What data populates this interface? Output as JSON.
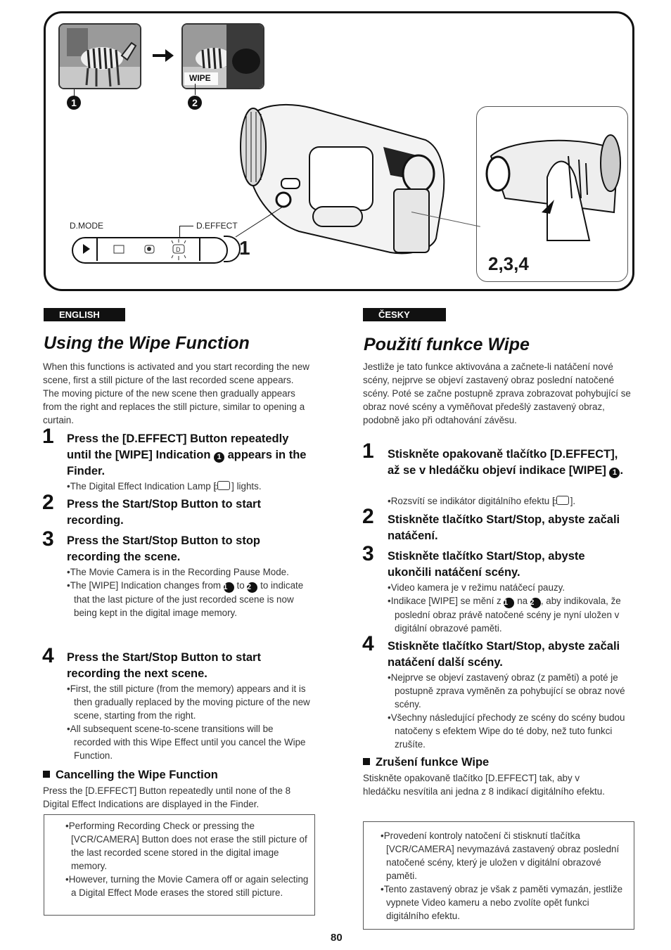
{
  "figure": {
    "wipe_label": "WIPE",
    "marker1": "1",
    "marker2": "2",
    "dmode_label": "D.MODE",
    "deffect_label": "D.EFFECT",
    "step_label": "1",
    "steps_label": "2,3,4"
  },
  "english": {
    "lang_tag": "ENGLISH",
    "title": "Using the Wipe Function",
    "intro": "When this functions is activated and you start recording the new scene, first a still picture of the last recorded scene appears. The moving picture of the new scene then gradually appears from the right and replaces the still picture, similar to opening a curtain.",
    "step1_num": "1",
    "step1_a": "Press the [D.EFFECT] Button repeatedly until the [WIPE] Indication",
    "step1_b": "appears in the Finder.",
    "step1_bullet_a": "The Digital Effect Indication Lamp [",
    "step1_bullet_b": "] lights.",
    "step2_num": "2",
    "step2": "Press the Start/Stop Button to start recording.",
    "step3_num": "3",
    "step3": "Press the Start/Stop Button to stop recording the scene.",
    "step3_bullet1": "The Movie Camera is in the Recording Pause Mode.",
    "step3_bullet2_a": "The [WIPE] Indication changes from",
    "step3_bullet2_b": "to",
    "step3_bullet2_c": "to indicate that the last picture of the just recorded scene is now being kept in the digital image memory.",
    "step4_num": "4",
    "step4": "Press the Start/Stop Button to start recording the next scene.",
    "step4_bullet1": "First, the still picture (from the memory) appears and it is then gradually replaced by the moving picture of the new scene, starting from the right.",
    "step4_bullet2": "All subsequent scene-to-scene transitions will be recorded with this Wipe Effect until you cancel the Wipe Function.",
    "cancel_title": "Cancelling the Wipe Function",
    "cancel_text": "Press the [D.EFFECT] Button repeatedly until none of the 8 Digital Effect Indications are displayed in the Finder.",
    "note1": "Performing Recording Check or pressing the [VCR/CAMERA] Button does not erase the still picture of the last recorded scene stored in the digital image memory.",
    "note2": "However, turning the Movie Camera off or again selecting a Digital Effect Mode erases the stored still picture."
  },
  "czech": {
    "lang_tag": "ČESKY",
    "title": "Použití funkce Wipe",
    "intro": "Jestliže je tato funkce aktivována a začnete-li natáčení nové scény, nejprve se objeví zastavený obraz poslední natočené scény. Poté se začne postupně zprava zobrazovat pohybující se obraz nové scény a vyměňovat předešlý zastavený obraz, podobně jako při odtahování závěsu.",
    "step1_num": "1",
    "step1_a": "Stiskněte opakovaně tlačítko [D.EFFECT], až se v hledáčku objeví indikace [WIPE]",
    "step1_bullet_a": "Rozsvítí se indikátor digitálního efektu [",
    "step1_bullet_b": "].",
    "step2_num": "2",
    "step2": "Stiskněte tlačítko Start/Stop, abyste začali natáčení.",
    "step3_num": "3",
    "step3": "Stiskněte tlačítko Start/Stop, abyste ukončili natáčení scény.",
    "step3_bullet1": "Video kamera je v režimu natáčecí pauzy.",
    "step3_bullet2_a": "Indikace [WIPE] se mění z",
    "step3_bullet2_b": "na",
    "step3_bullet2_c": ", aby indikovala, že poslední obraz právě natočené scény je nyní uložen v digitální obrazové paměti.",
    "step4_num": "4",
    "step4": "Stiskněte tlačítko Start/Stop, abyste začali natáčení další scény.",
    "step4_bullet1": "Nejprve se objeví zastavený obraz (z paměti) a poté je postupně zprava vyměněn za pohybující se obraz nové scény.",
    "step4_bullet2": "Všechny následující přechody ze scény do scény budou natočeny s efektem Wipe do té doby, než tuto funkci zrušíte.",
    "cancel_title": "Zrušení funkce Wipe",
    "cancel_text": "Stiskněte opakovaně tlačítko [D.EFFECT] tak, aby v hledáčku nesvítila ani jedna z 8 indikací digitálního efektu.",
    "note1": "Provedení kontroly natočení či stisknutí tlačítka [VCR/CAMERA] nevymazává zastavený obraz poslední natočené scény, který je uložen v digitální obrazové paměti.",
    "note2": "Tento zastavený obraz je však z paměti vymazán, jestliže vypnete Video kameru a nebo zvolíte opět funkci digitálního efektu."
  },
  "page_number": "80"
}
